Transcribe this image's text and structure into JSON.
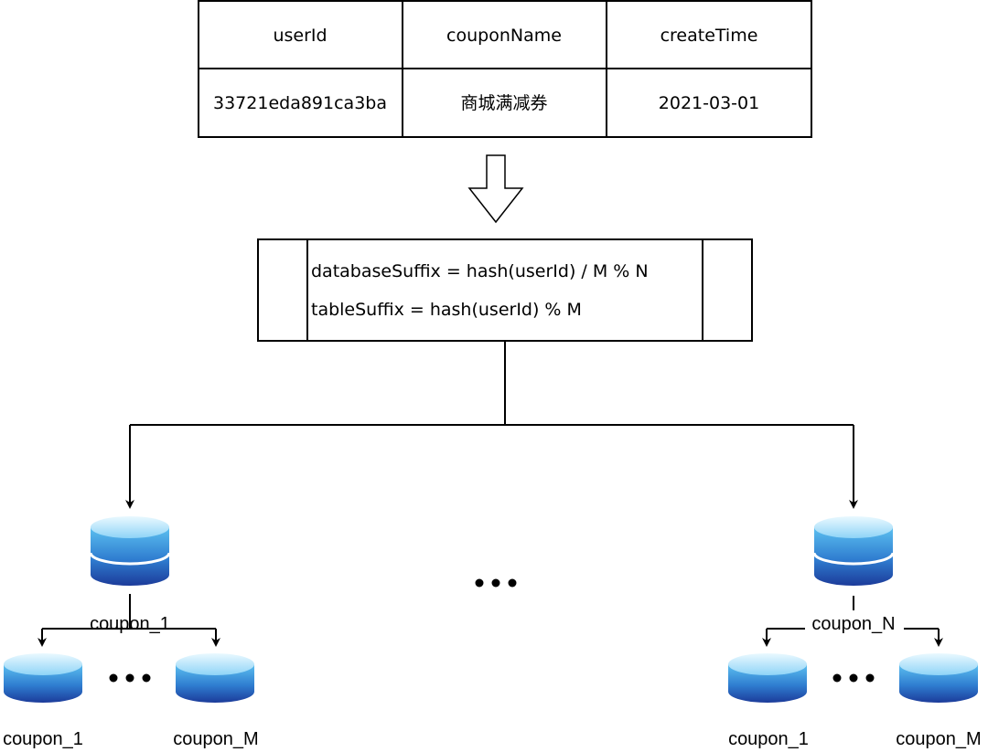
{
  "table": {
    "headers": [
      "userId",
      "couponName",
      "createTime"
    ],
    "row": [
      "33721eda891ca3ba",
      "商城满减券",
      "2021-03-01"
    ]
  },
  "hash_box": {
    "line1": "databaseSuffix = hash(userId) / M % N",
    "line2": "tableSuffix = hash(userId) % M"
  },
  "databases": [
    {
      "label": "coupon_1",
      "tables": [
        "coupon_1",
        "coupon_M"
      ]
    },
    {
      "label": "coupon_N",
      "tables": [
        "coupon_1",
        "coupon_M"
      ]
    }
  ],
  "colors": {
    "cylinder_top": "#cfefff",
    "cylinder_mid": "#3a9ad9",
    "cylinder_bottom": "#1d3f9e",
    "stroke": "#000000"
  }
}
